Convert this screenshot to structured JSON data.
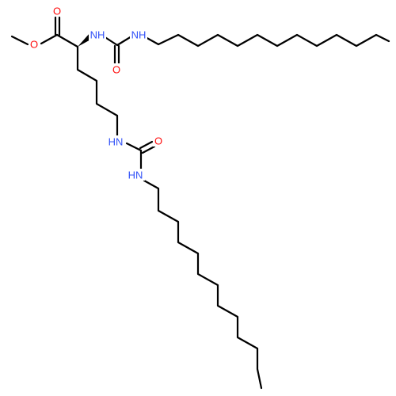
{
  "molecule": {
    "labels": {
      "ester_carbonyl_o": "O",
      "ester_o": "O",
      "alpha_nh": "NH",
      "alpha_urea_nh": "NH",
      "alpha_urea_o": "O",
      "eps_nh": "HN",
      "eps_urea_o": "O",
      "eps_urea_nh": "HN"
    }
  },
  "colors": {
    "bond": "#000000",
    "oxygen": "#ff0d0d",
    "nitrogen": "#3050f8"
  }
}
